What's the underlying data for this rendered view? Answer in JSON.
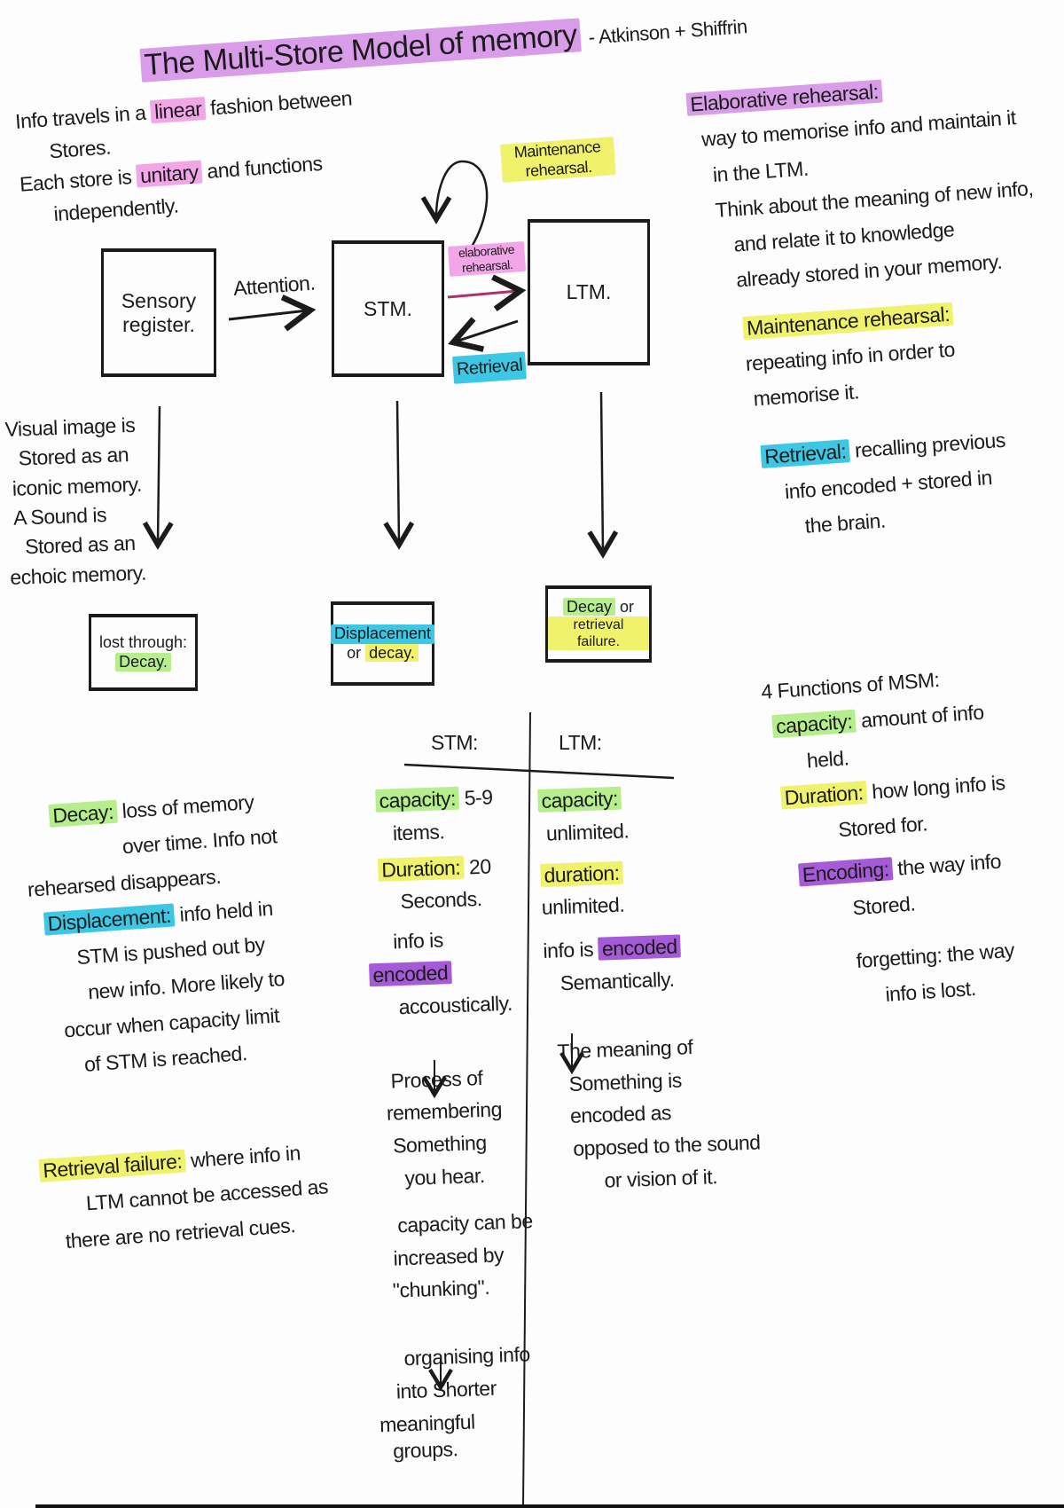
{
  "title": {
    "main": "The Multi-Store Model of memory",
    "authors": "- Atkinson + Shiffrin"
  },
  "intro": {
    "line1_a": "Info travels in a",
    "line1_term": "linear",
    "line1_b": "fashion between",
    "line2": "Stores.",
    "line3_a": "Each store is",
    "line3_term": "unitary",
    "line3_b": "and functions",
    "line4": "independently."
  },
  "diagram": {
    "sensory": "Sensory register.",
    "stm": "STM.",
    "ltm": "LTM.",
    "attention": "Attention.",
    "maintenance": "Maintenance rehearsal.",
    "elaborative": "elaborative rehearsal.",
    "retrieval": "Retrieval"
  },
  "sensory_notes": {
    "l1": "Visual image is",
    "l2": "Stored as an",
    "l3": "iconic memory.",
    "l4": "A Sound is",
    "l5": "Stored as an",
    "l6": "echoic memory."
  },
  "loss_boxes": {
    "sensory_a": "lost through:",
    "sensory_term": "Decay.",
    "stm_term": "Displacement",
    "stm_b": "or",
    "stm_term2": "decay.",
    "ltm_term": "Decay",
    "ltm_b": "or",
    "ltm_term2": "retrieval failure."
  },
  "right_notes": {
    "elab_term": "Elaborative rehearsal:",
    "elab_lines": [
      "way to memorise info and maintain it",
      "in the LTM.",
      "Think about the meaning of new info,",
      "and relate it to knowledge",
      "already stored in your memory."
    ],
    "maint_term": "Maintenance rehearsal:",
    "maint_lines": [
      "repeating info in order to",
      "memorise it."
    ],
    "retr_term": "Retrieval:",
    "retr_first": "recalling previous",
    "retr_lines": [
      "info encoded + stored in",
      "the brain."
    ]
  },
  "functions": {
    "heading": "4 Functions of MSM:",
    "capacity_term": "capacity:",
    "capacity_a": "amount of info",
    "capacity_b": "held.",
    "duration_term": "Duration:",
    "duration_a": "how long info is",
    "duration_b": "Stored for.",
    "encoding_term": "Encoding:",
    "encoding_a": "the way info",
    "encoding_b": "Stored.",
    "forgetting_a": "forgetting: the way",
    "forgetting_b": "info is lost."
  },
  "definitions": {
    "decay_term": "Decay:",
    "decay_a": "loss of memory",
    "decay_b": "over time. Info not",
    "decay_c": "rehearsed disappears.",
    "disp_term": "Displacement:",
    "disp_a": "info held in",
    "disp_b": "STM is pushed out by",
    "disp_c": "new info. More likely to",
    "disp_d": "occur when capacity limit",
    "disp_e": "of STM is reached.",
    "rf_term": "Retrieval failure:",
    "rf_a": "where info in",
    "rf_b": "LTM cannot be accessed as",
    "rf_c": "there are no retrieval cues."
  },
  "table": {
    "stm_header": "STM:",
    "ltm_header": "LTM:",
    "stm": {
      "capacity_term": "capacity:",
      "capacity_val": "5-9",
      "capacity_b": "items.",
      "duration_term": "Duration:",
      "duration_val": "20",
      "duration_b": "Seconds.",
      "enc_a": "info is",
      "enc_term": "encoded",
      "enc_b": "accoustically.",
      "process": [
        "Process of",
        "remembering",
        "Something",
        "you hear."
      ],
      "chunk": [
        "capacity can be",
        "increased by",
        "\"chunking\"."
      ],
      "organise": [
        "organising info",
        "into Shorter",
        "meaningful",
        "groups."
      ]
    },
    "ltm": {
      "capacity_term": "capacity:",
      "capacity_b": "unlimited.",
      "duration_term": "duration:",
      "duration_b": "unlimited.",
      "enc_a": "info is",
      "enc_term": "encoded",
      "enc_b": "Semantically.",
      "meaning": [
        "The meaning of",
        "Something is",
        "encoded as",
        "opposed to the sound",
        "or vision of it."
      ]
    }
  },
  "colors": {
    "pink": "#f2a6e8",
    "yellow": "#f1f26b",
    "green": "#b6ee8e",
    "cyan": "#3cc8e4",
    "violet": "#a55ad8"
  }
}
